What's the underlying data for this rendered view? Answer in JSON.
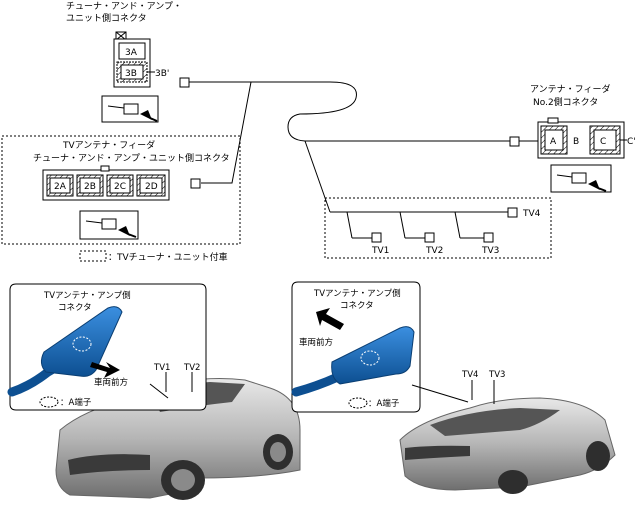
{
  "labels": {
    "tuner_connector_line1": "チューナ・アンド・アンプ・",
    "tuner_connector_line2": "ユニット側コネクタ",
    "term_3A": "3A",
    "term_3B": "3B",
    "term_3B_prime": "3B'",
    "tv_feeder_line1": "TVアンテナ・フィーダ",
    "tv_feeder_line2": "チューナ・アンド・アンプ・ユニット側コネクタ",
    "term_2A": "2A",
    "term_2B": "2B",
    "term_2C": "2C",
    "term_2D": "2D",
    "legend_dashed": "：TVチューナ・ユニット付車",
    "no2_feeder_line1": "アンテナ・フィーダ",
    "no2_feeder_line2": "No.2側コネクタ",
    "term_A": "A",
    "term_B": "B",
    "term_C": "C",
    "term_C_prime": "C'",
    "tv1": "TV1",
    "tv2": "TV2",
    "tv3": "TV3",
    "tv4": "TV4"
  },
  "left_detail": {
    "title_line1": "TVアンテナ・アンプ側",
    "title_line2": "コネクタ",
    "direction": "車両前方",
    "legend": "：A端子",
    "car_tv1": "TV1",
    "car_tv2": "TV2"
  },
  "right_detail": {
    "title_line1": "TVアンテナ・アンプ側",
    "title_line2": "コネクタ",
    "direction": "車両前方",
    "legend": "：A端子",
    "car_tv4": "TV4",
    "car_tv3": "TV3"
  },
  "colors": {
    "connector_blue": "#1a73c6",
    "connector_blue_dark": "#0d4f91",
    "car_body": "#bdbdbd",
    "car_dark": "#6e6e6e"
  }
}
